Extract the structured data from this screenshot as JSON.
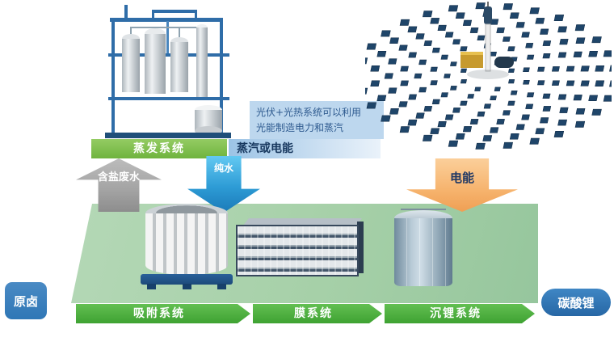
{
  "process": {
    "evaporation_label": "蒸发系统",
    "steam_bar_label": "蒸汽或电能",
    "info_box": {
      "line1": "光伏+光热系统可以利用",
      "line2": "光能制造电力和蒸汽"
    },
    "arrows": {
      "salt_wastewater": "含盐废水",
      "pure_water": "纯水",
      "electricity": "电能"
    },
    "flow": {
      "input": "原卤",
      "steps": [
        {
          "label": "吸附系统"
        },
        {
          "label": "膜系统"
        },
        {
          "label": "沉锂系统"
        }
      ],
      "output": "碳酸锂"
    }
  },
  "colors": {
    "evaporation_green": "#6fb33e",
    "evaporation_green_light": "#94cc63",
    "flow_green": "#3ea232",
    "flow_green_light": "#63bf52",
    "panel_green": "#a6d0a8",
    "node_blue": "#2f77b6",
    "info_bg": "#bdd7ee",
    "info_text": "#2e5a8f",
    "steam_bar_bg": "#9cc3e5",
    "steam_bar_text": "#17375e",
    "gray_arrow": "#a3a3a3",
    "water_arrow": "#2d9bd5",
    "electric_arrow": "#f6b36d"
  }
}
